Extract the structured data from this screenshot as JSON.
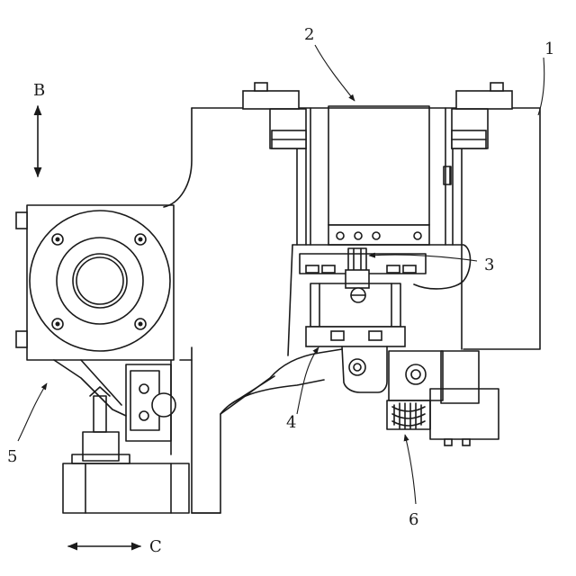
{
  "labels": {
    "part_1": "1",
    "part_2": "2",
    "part_3": "3",
    "part_4": "4",
    "part_5": "5",
    "part_6": "6",
    "axis_b": "B",
    "axis_c": "C"
  }
}
